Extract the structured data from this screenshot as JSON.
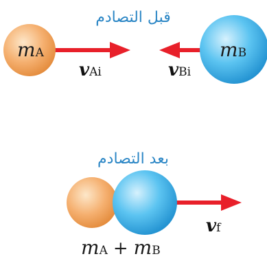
{
  "before": {
    "title": "قبل التصادم",
    "ball_a": {
      "symbol": "m",
      "subscript": "A"
    },
    "ball_b": {
      "symbol": "m",
      "subscript": "B"
    },
    "velocity_a": {
      "symbol": "v",
      "subscript": "Ai"
    },
    "velocity_b": {
      "symbol": "v",
      "subscript": "Bi"
    }
  },
  "after": {
    "title": "بعد التصادم",
    "velocity": {
      "symbol": "v",
      "subscript": "f"
    },
    "combined_mass": {
      "a_symbol": "m",
      "a_subscript": "A",
      "plus": "+",
      "b_symbol": "m",
      "b_subscript": "B"
    }
  },
  "colors": {
    "title_text": "#2b86c5",
    "arrow": "#e8202a",
    "ball_a": "#f2a257",
    "ball_b": "#35aee8"
  }
}
